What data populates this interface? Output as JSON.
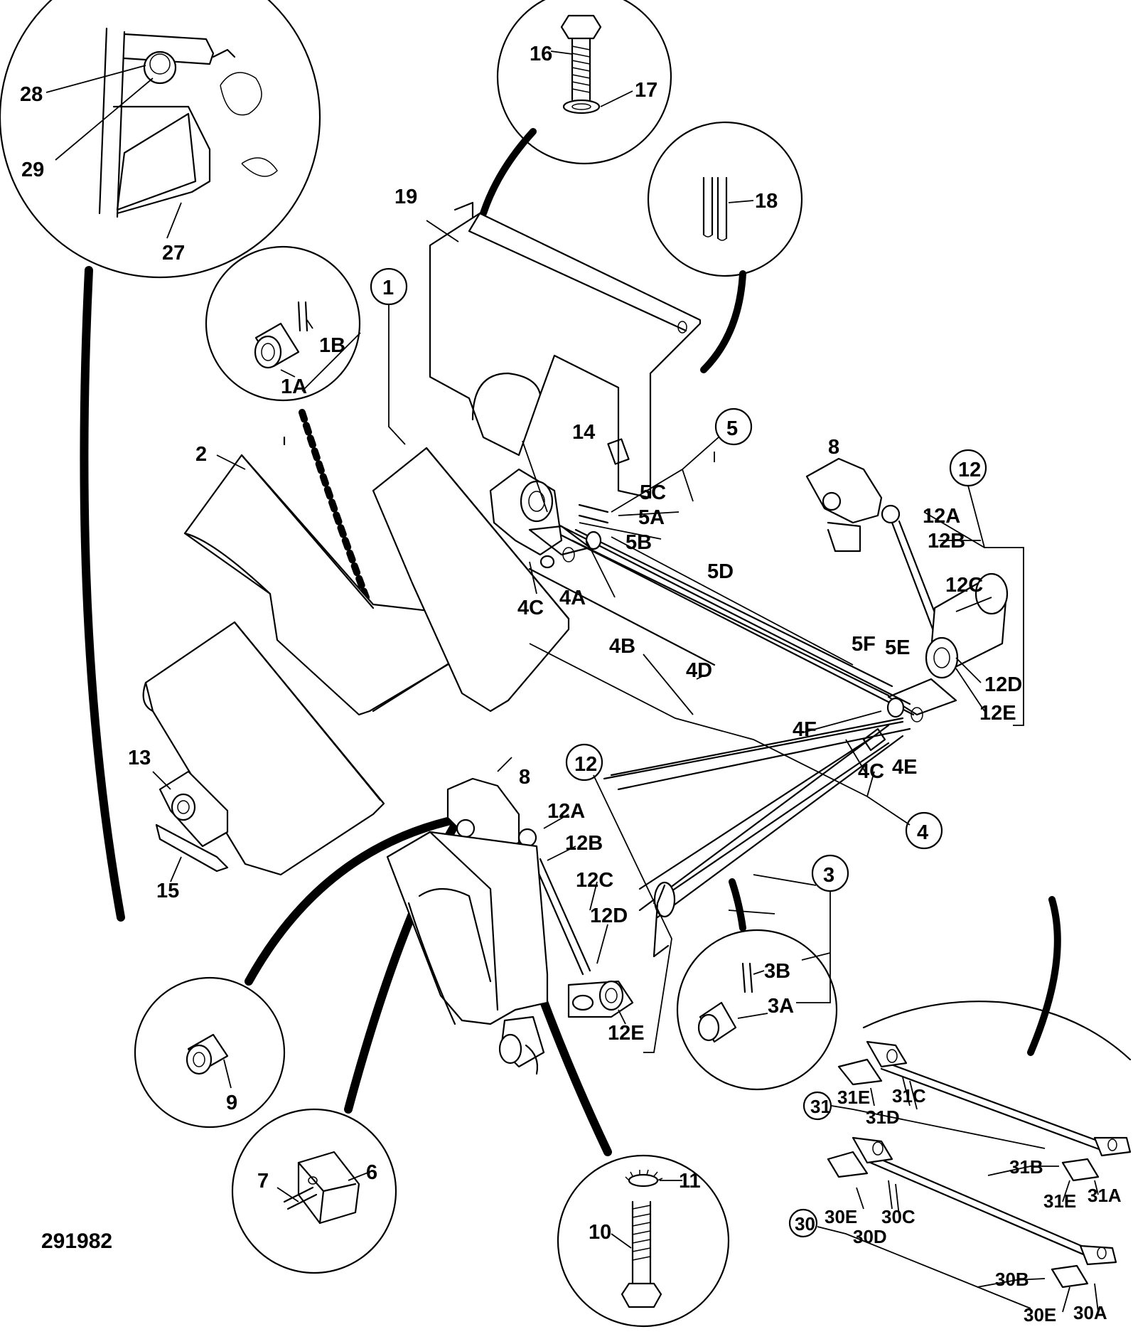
{
  "drawing_number": "291982",
  "labels": {
    "l1": "1",
    "l1A": "1A",
    "l1B": "1B",
    "l2": "2",
    "l3": "3",
    "l3A": "3A",
    "l3B": "3B",
    "l4": "4",
    "l4A": "4A",
    "l4B": "4B",
    "l4C_a": "4C",
    "l4C_b": "4C",
    "l4D": "4D",
    "l4E": "4E",
    "l4F": "4F",
    "l5": "5",
    "l5A": "5A",
    "l5B": "5B",
    "l5C": "5C",
    "l5D": "5D",
    "l5E": "5E",
    "l5F": "5F",
    "l6": "6",
    "l7": "7",
    "l8a": "8",
    "l8b": "8",
    "l9": "9",
    "l10": "10",
    "l11": "11",
    "l12a": "12",
    "l12A_a": "12A",
    "l12B_a": "12B",
    "l12C_a": "12C",
    "l12D_a": "12D",
    "l12E_a": "12E",
    "l12b": "12",
    "l12A_b": "12A",
    "l12B_b": "12B",
    "l12C_b": "12C",
    "l12D_b": "12D",
    "l12E_b": "12E",
    "l13": "13",
    "l14": "14",
    "l15": "15",
    "l16": "16",
    "l17": "17",
    "l18": "18",
    "l19": "19",
    "l27": "27",
    "l28": "28",
    "l29": "29",
    "l30": "30",
    "l30A": "30A",
    "l30B": "30B",
    "l30C": "30C",
    "l30D": "30D",
    "l30E_a": "30E",
    "l30E_b": "30E",
    "l31": "31",
    "l31A": "31A",
    "l31B": "31B",
    "l31C": "31C",
    "l31D": "31D",
    "l31E_a": "31E",
    "l31E_b": "31E"
  }
}
